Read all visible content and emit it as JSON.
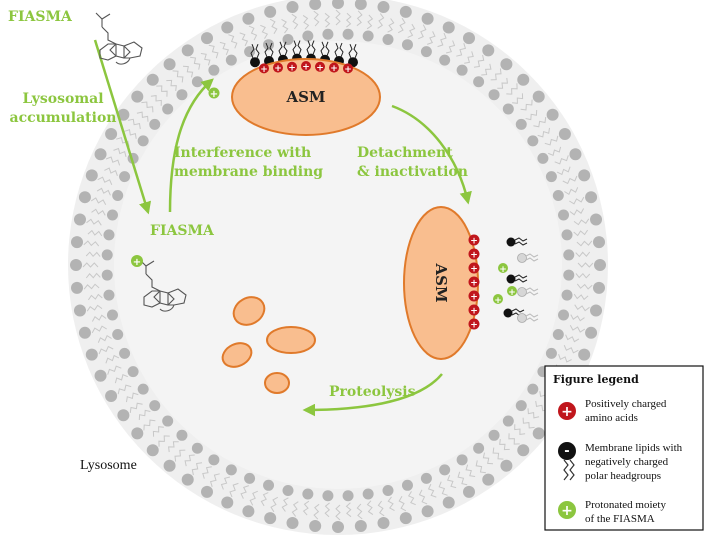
{
  "labels": {
    "fiasma_top": "FIASMA",
    "lysosomal_line1": "Lysosomal",
    "lysosomal_line2": "accumulation",
    "fiasma_inner": "FIASMA",
    "interference_line1": "Interference with",
    "interference_line2": "membrane binding",
    "detachment_line1": "Detachment",
    "detachment_line2": "& inactivation",
    "proteolysis": "Proteolysis",
    "lysosome": "Lysosome",
    "asm_top": "ASM",
    "asm_side": "ASM"
  },
  "legend": {
    "title": "Figure legend",
    "items": [
      {
        "lines": [
          "Positively charged",
          "amino acids"
        ],
        "symbol": "plus-red"
      },
      {
        "lines": [
          "Membrane lipids with",
          "negatively charged",
          "polar headgroups"
        ],
        "symbol": "minus-black"
      },
      {
        "lines": [
          "Protonated moiety",
          "of the FIASMA"
        ],
        "symbol": "plus-green"
      }
    ]
  },
  "symbols": {
    "plus": "+",
    "minus": "-"
  },
  "colors": {
    "green": "#8cc63f",
    "asm_fill": "#f9be8f",
    "asm_stroke": "#e07a2b",
    "red": "#c0161c",
    "black": "#111111",
    "lysosome_fill": "#efefef",
    "lipid": "#b3b3b3"
  }
}
